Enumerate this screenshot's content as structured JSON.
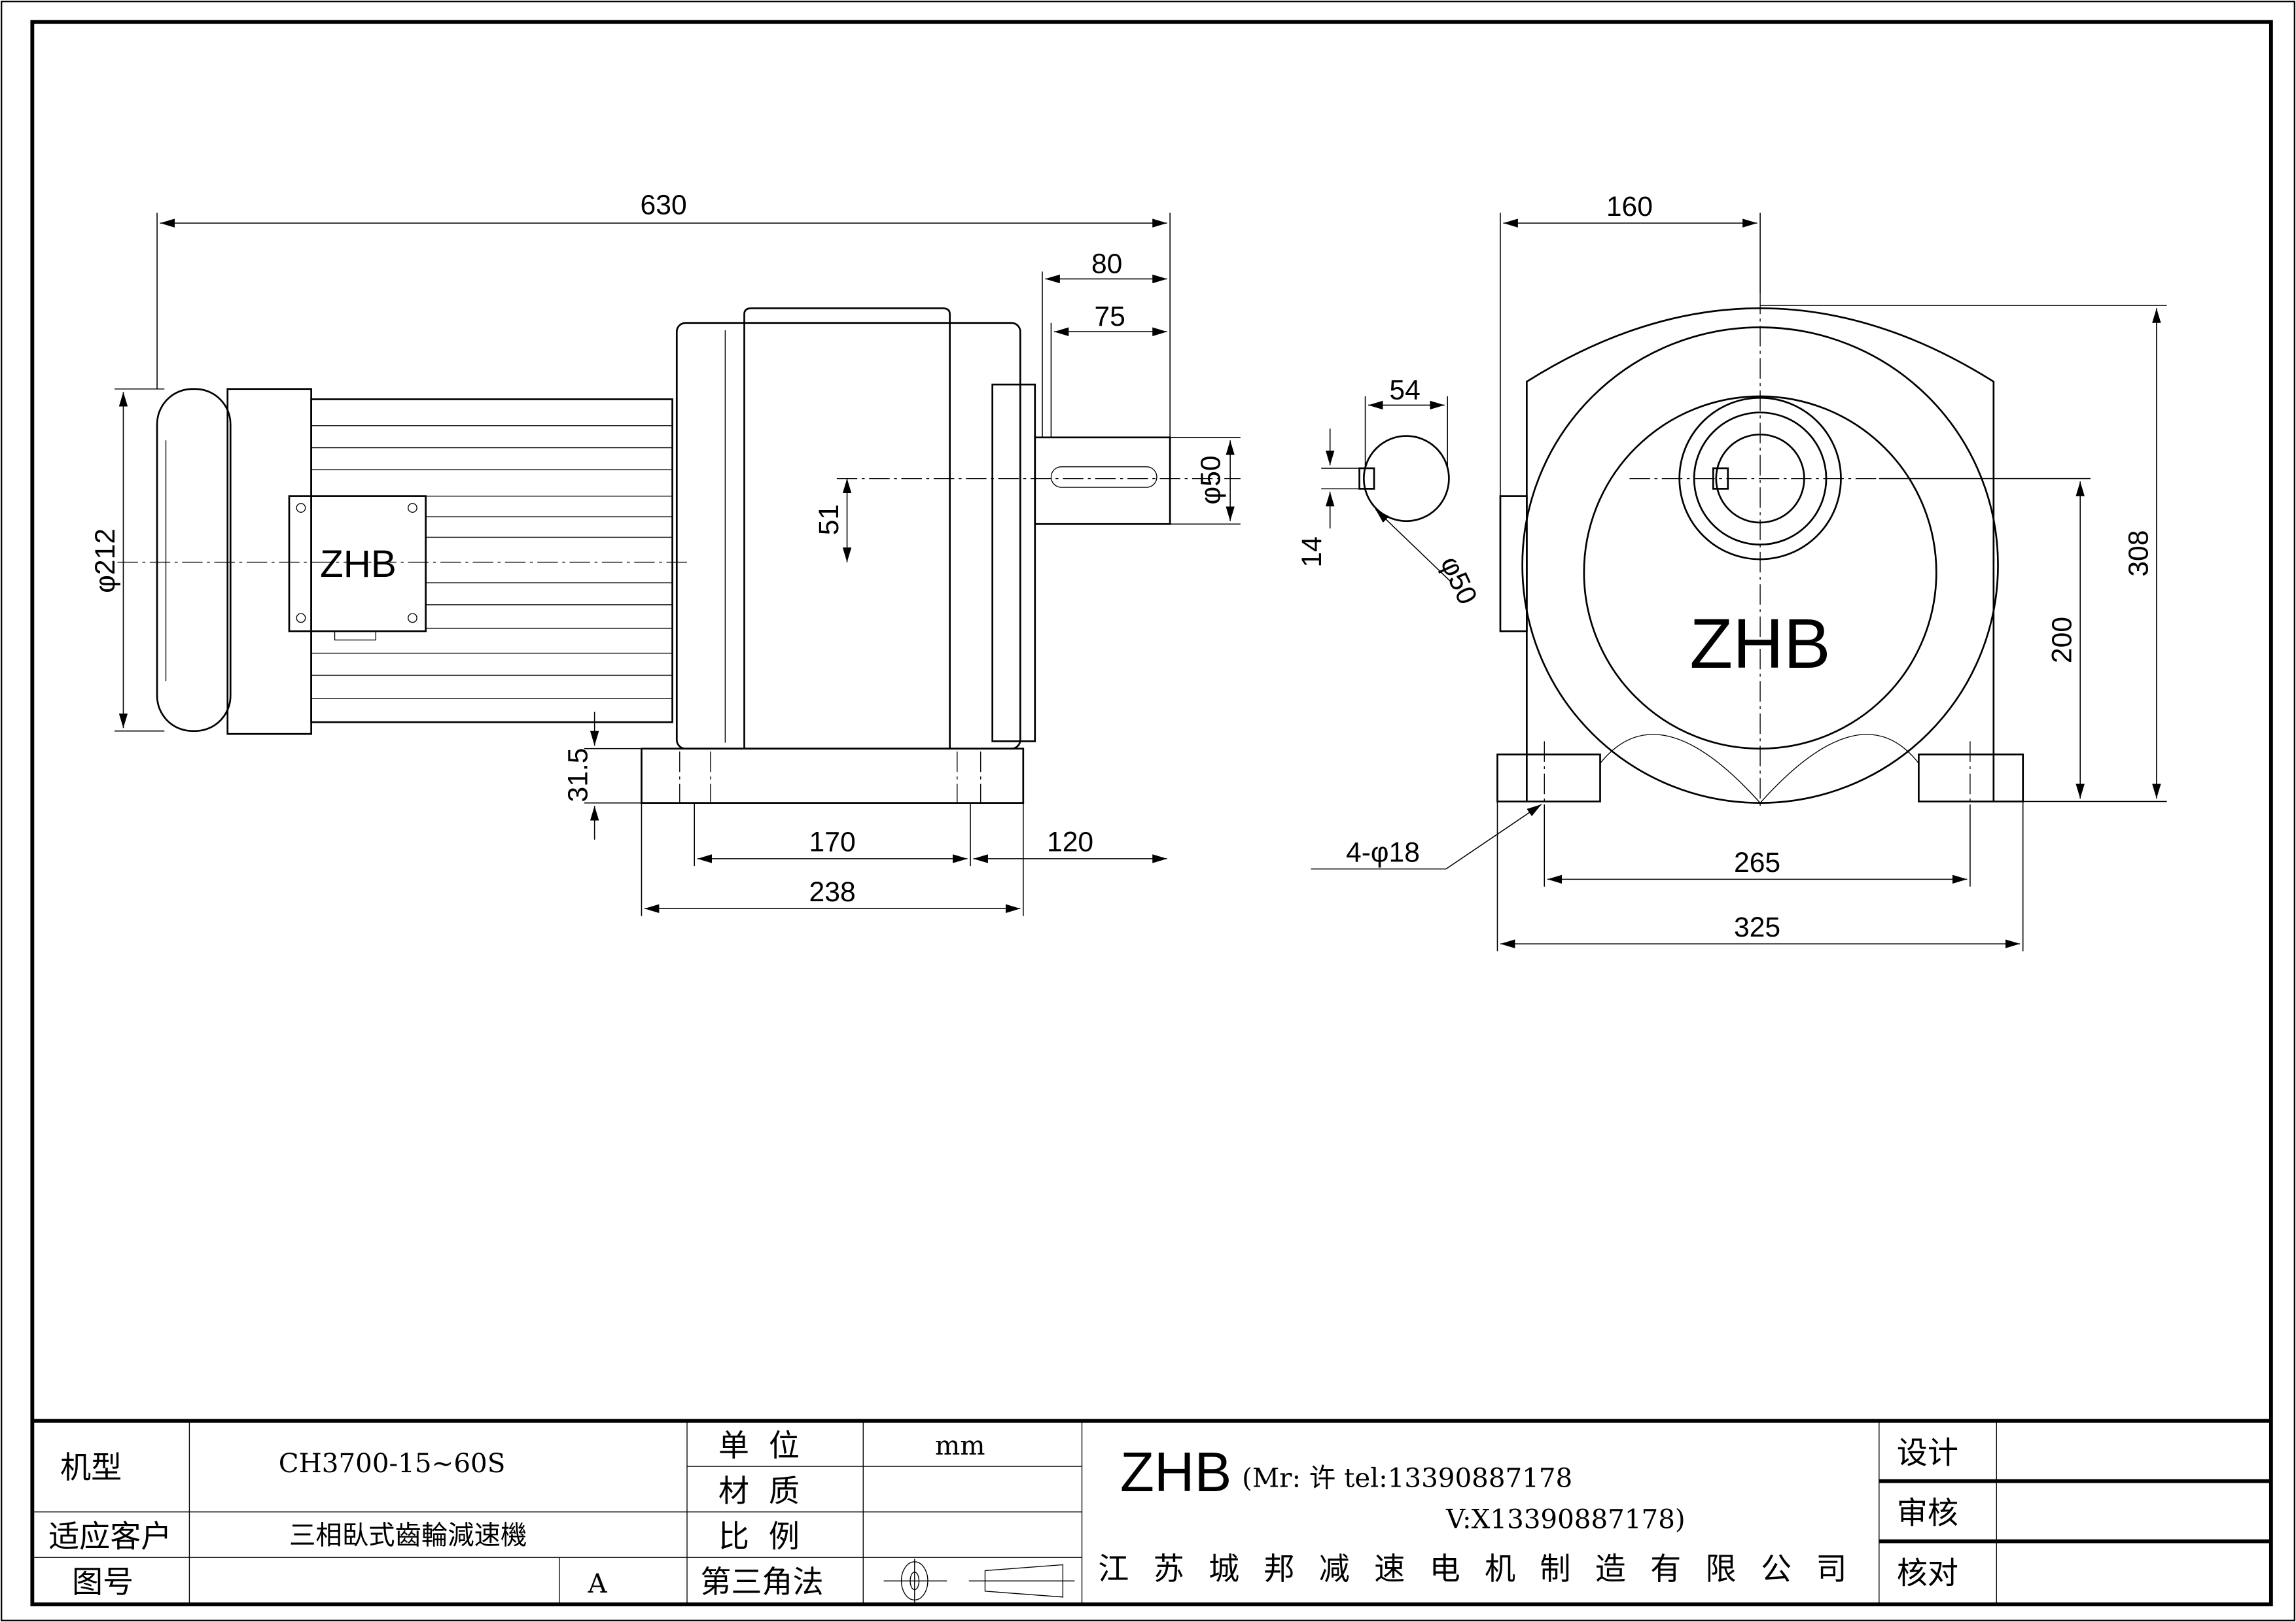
{
  "left_view": {
    "logo": "ZHB",
    "dims": {
      "overall_length": "630",
      "shaft_80": "80",
      "shaft_75": "75",
      "motor_dia": "φ212",
      "shaft_height_51": "51",
      "shaft_dia": "φ50",
      "base_height": "31.5",
      "foot_170": "170",
      "foot_120": "120",
      "base_238": "238"
    }
  },
  "key_detail": {
    "dims": {
      "width_54": "54",
      "key_14": "14",
      "dia_50": "φ50"
    }
  },
  "right_view": {
    "logo": "ZHB",
    "dims": {
      "half_width": "160",
      "height_308": "308",
      "center_200": "200",
      "holes": "4-φ18",
      "hole_span": "265",
      "base_width": "325"
    }
  },
  "title_block": {
    "model_label": "机型",
    "model_value": "CH3700-15~60S",
    "customer_label": "适应客户",
    "customer_value": "三相臥式齒輪減速機",
    "drawing_no_label": "图号",
    "drawing_no_value": "",
    "revision": "A",
    "unit_label": "单  位",
    "unit_value": "mm",
    "material_label": "材  质",
    "material_value": "",
    "scale_label": "比  例",
    "scale_value": "",
    "projection_label": "第三角法",
    "brand": "ZHB",
    "contact_line1": "(Mr: 许 tel:13390887178",
    "contact_line2": "V:X13390887178)",
    "company": "江苏城邦减速电机制造有限公司",
    "design_label": "设计",
    "review_label": "审核",
    "check_label": "核对"
  }
}
